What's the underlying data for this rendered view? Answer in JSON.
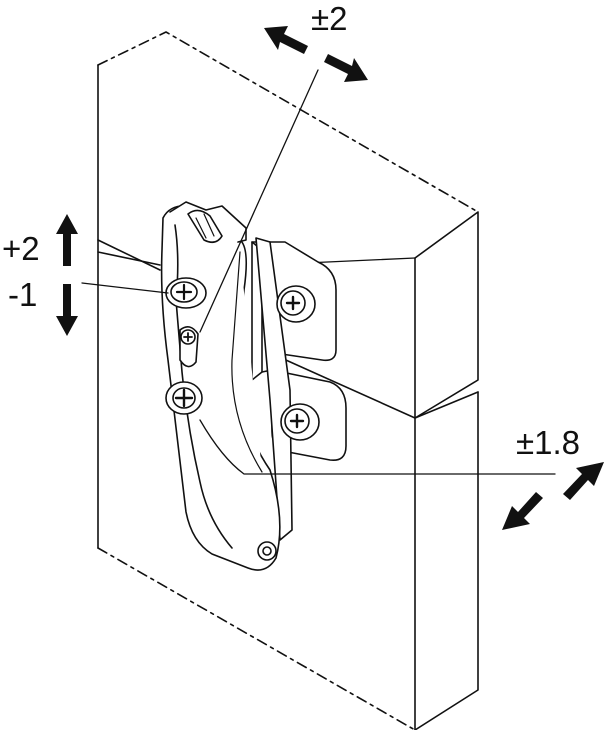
{
  "labels": {
    "top_adjustment": "±2",
    "height_plus": "+2",
    "height_minus": "-1",
    "depth_adjustment": "±1.8"
  },
  "colors": {
    "line": "#111111",
    "fill": "#ffffff",
    "background": "#ffffff"
  },
  "icons": {
    "top_arrows": "double-diagonal-arrow",
    "left_arrows": "vertical-up-down-arrows",
    "right_arrows": "double-diagonal-arrow",
    "screws": "phillips-screw-head"
  }
}
